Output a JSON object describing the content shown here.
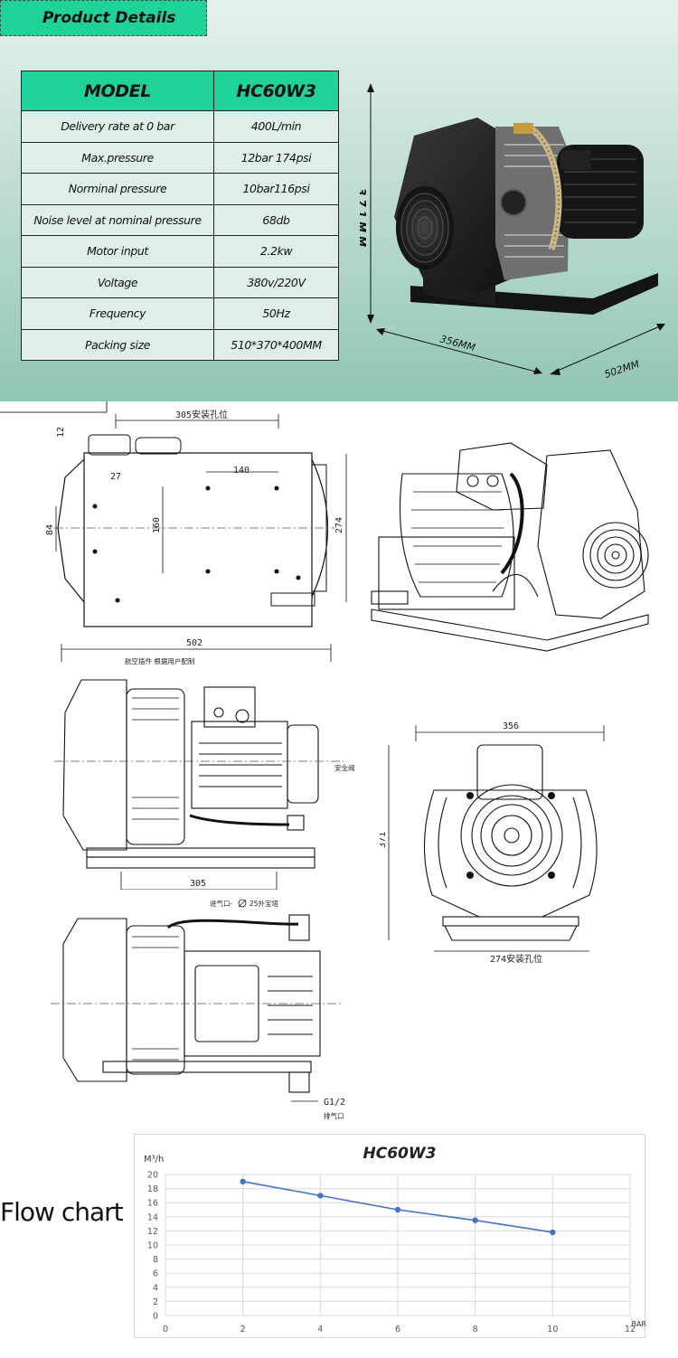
{
  "header": {
    "title": "Product  Details"
  },
  "specs": {
    "head": {
      "label": "MODEL",
      "value": "HC60W3"
    },
    "rows": [
      {
        "label": "Delivery rate at 0 bar",
        "value": "400L/min"
      },
      {
        "label": "Max.pressure",
        "value": "12bar  174psi"
      },
      {
        "label": "Norminal pressure",
        "value": "10bar116psi"
      },
      {
        "label": "Noise level at nominal pressure",
        "value": "68db"
      },
      {
        "label": "Motor input",
        "value": "2.2kw"
      },
      {
        "label": "Voltage",
        "value": "380v/220V"
      },
      {
        "label": "Frequency",
        "value": "50Hz"
      },
      {
        "label": "Packing size",
        "value": "510*370*400MM"
      }
    ]
  },
  "photo_dims": {
    "height": "371MM",
    "depth": "356MM",
    "width": "502MM"
  },
  "drawings": {
    "top_dims": {
      "mount_hole": "305安装孔位",
      "d12": "12",
      "d27": "27",
      "d140": "140",
      "d84": "84",
      "d160": "160",
      "d274": "274"
    },
    "side_dims": {
      "d502": "502",
      "aviation_plug": "航空插件  根据用户配制",
      "safety_valve": "安全阀",
      "d305": "305"
    },
    "front_dims": {
      "d356": "356",
      "d371": "371",
      "mount_hole": "274安装孔位"
    },
    "bottom_dims": {
      "inlet": "进气口-",
      "pipe": "25外宝塔",
      "g12": "G1/2",
      "exhaust": "排气口"
    }
  },
  "flow": {
    "label": "Flow chart",
    "chart_data": {
      "type": "line",
      "title": "HC60W3",
      "ylabel": "M³/h",
      "xlabel": "BAR",
      "x": [
        2,
        4,
        6,
        8,
        10
      ],
      "y": [
        19,
        17,
        15,
        13.5,
        11.8
      ],
      "xlim": [
        0,
        12
      ],
      "ylim": [
        0,
        20
      ],
      "xticks": [
        0,
        2,
        4,
        6,
        8,
        10,
        12
      ],
      "yticks": [
        0,
        2,
        4,
        6,
        8,
        10,
        12,
        14,
        16,
        18,
        20
      ],
      "grid": true,
      "color": "#4472c4"
    }
  }
}
